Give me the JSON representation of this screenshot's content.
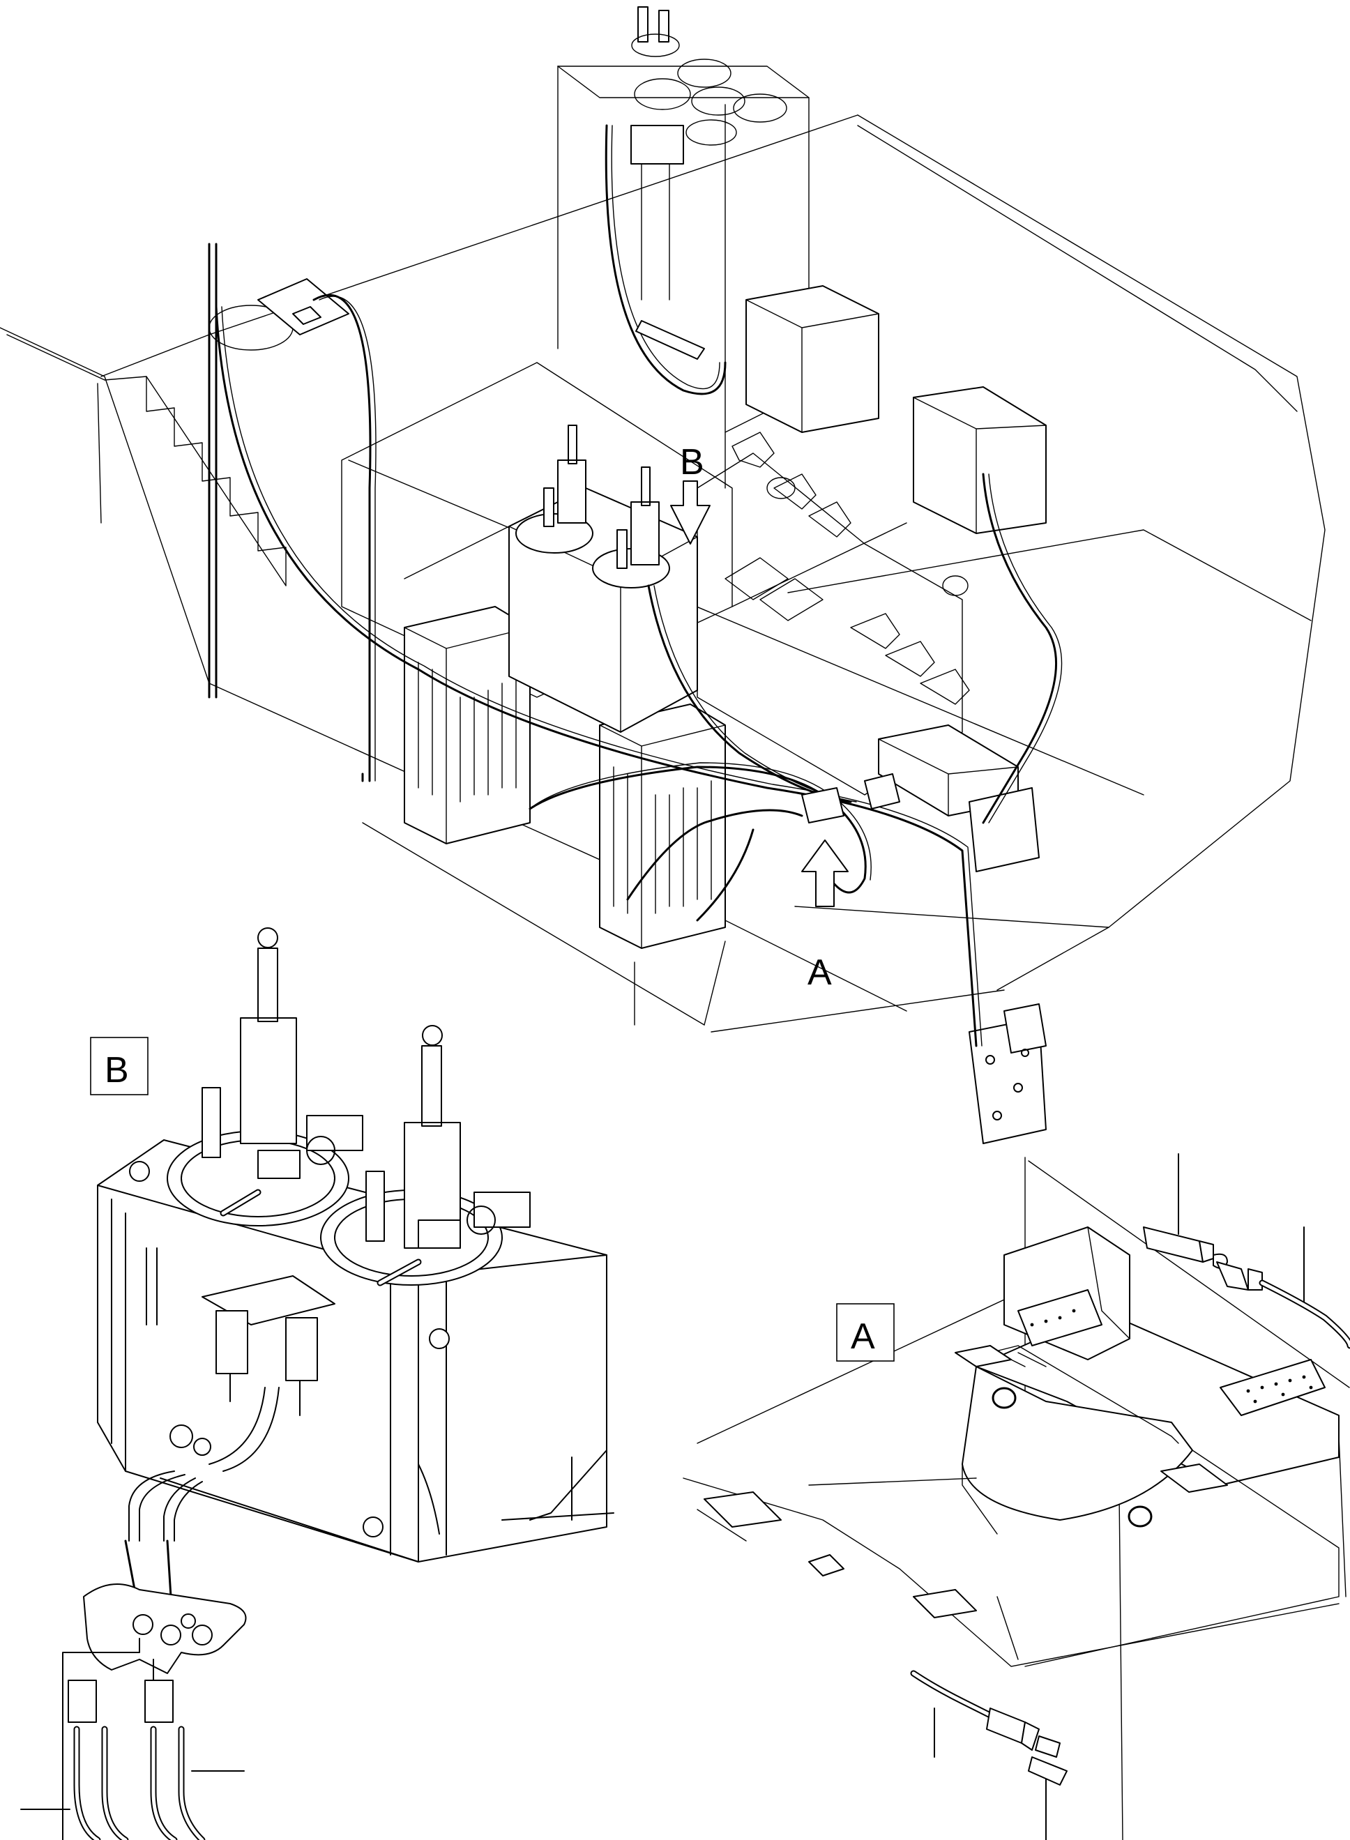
{
  "labels": {
    "arrow_top": "B",
    "arrow_bottom": "A",
    "view_b": "B",
    "view_a": "A"
  }
}
